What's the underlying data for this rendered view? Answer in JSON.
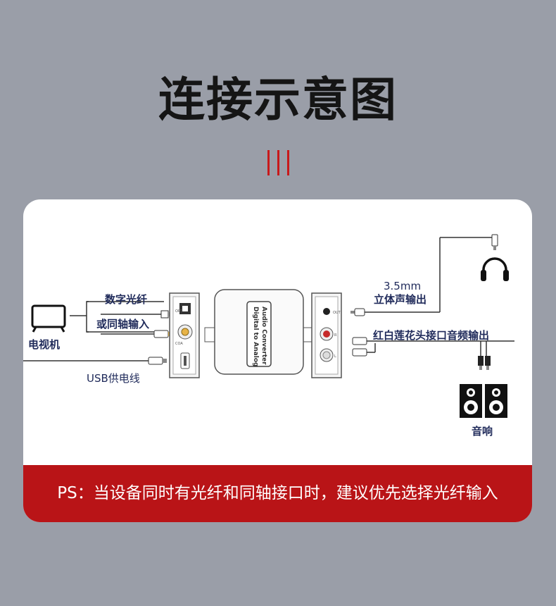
{
  "title": "连接示意图",
  "labels": {
    "tv": "电视机",
    "optical": "数字光纤",
    "coaxial": "或同轴输入",
    "usb_power": "USB供电线",
    "headphone_spec": "3.5mm",
    "stereo_out": "立体声输出",
    "rca_out": "红白莲花头接口音频输出",
    "speaker": "音响"
  },
  "device": {
    "line1": "Digital to Analog",
    "line2": "Audio Converter"
  },
  "ps_note": "PS：当设备同时有光纤和同轴接口时，建议优先选择光纤输入",
  "colors": {
    "accent_red": "#b91417",
    "label_navy": "#1f2a5a",
    "background": "#9a9ea8"
  }
}
